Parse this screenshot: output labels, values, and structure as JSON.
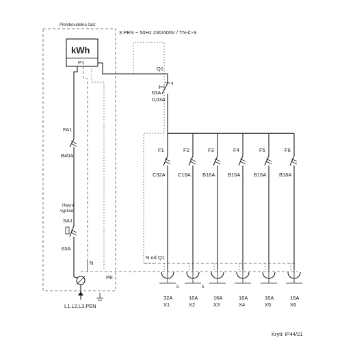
{
  "labels": {
    "sealed_part": "Plombovatelná část",
    "supply": "3 PEN ~ 50Hz  230/400V / TN-C-S",
    "meter": "kWh",
    "meter_id": "P1",
    "q1": "Q1",
    "q1_pole": "4",
    "q1_rating": "63A",
    "q1_trip": "0,03A",
    "fa1": "FA1",
    "fa1_rating": "B40A",
    "main_switch_line1": "Hlavní",
    "main_switch_line2": "vypínač",
    "sa1": "SA1",
    "sa1_rating": "63A",
    "n": "N",
    "pe": "PE",
    "n_od_q1": "N od Q1",
    "incoming": "L1,L2,L3,PEN",
    "enclosure": "Krytí: IP44/21"
  },
  "breakers": [
    {
      "id": "F1",
      "rating": "C32A"
    },
    {
      "id": "F2",
      "rating": "C16A"
    },
    {
      "id": "F3",
      "rating": "B16A"
    },
    {
      "id": "F4",
      "rating": "B16A"
    },
    {
      "id": "F5",
      "rating": "B16A"
    },
    {
      "id": "F6",
      "rating": "B16A"
    }
  ],
  "sockets": [
    {
      "id": "X1",
      "rating": "32A",
      "poles": "5"
    },
    {
      "id": "X2",
      "rating": "16A",
      "poles": "5"
    },
    {
      "id": "X3",
      "rating": "16A",
      "poles": ""
    },
    {
      "id": "X4",
      "rating": "16A",
      "poles": ""
    },
    {
      "id": "X5",
      "rating": "16A",
      "poles": ""
    },
    {
      "id": "X6",
      "rating": "16A",
      "poles": ""
    }
  ],
  "colors": {
    "line": "#1a1a1a",
    "dashed": "#555555"
  }
}
